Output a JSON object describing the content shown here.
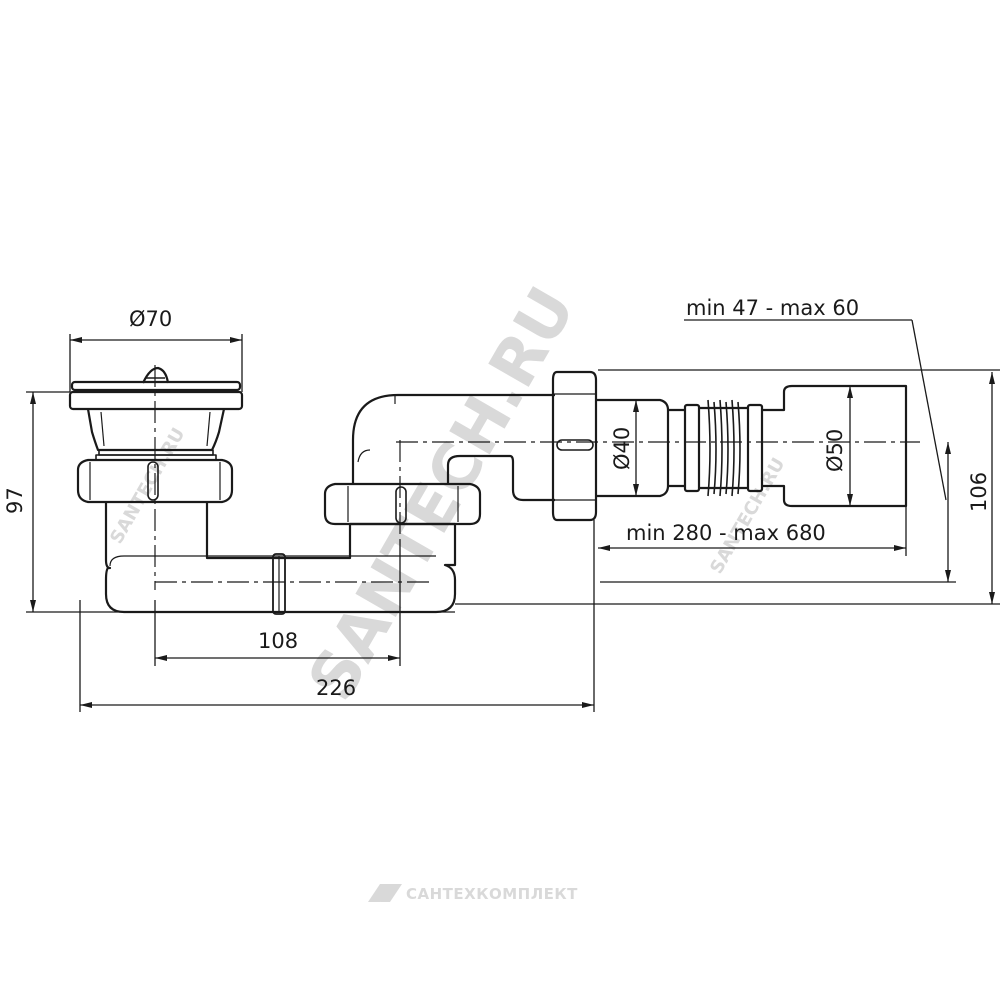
{
  "dimensions": {
    "flange_diameter": "Ø70",
    "height_left": "97",
    "height_right": "106",
    "spacing_108": "108",
    "overall_226": "226",
    "adjust_range": "min 47 - max 60",
    "length_range": "min 280 - max 680",
    "pipe_d40": "Ø40",
    "pipe_d50": "Ø50"
  },
  "watermarks": {
    "diagonal": "SANTECH.RU",
    "small": "SANTECH.RU",
    "brand": "САНТЕХКОМПЛЕКТ"
  },
  "colors": {
    "line": "#1a1a1a",
    "watermark": "#d9d9d9"
  }
}
